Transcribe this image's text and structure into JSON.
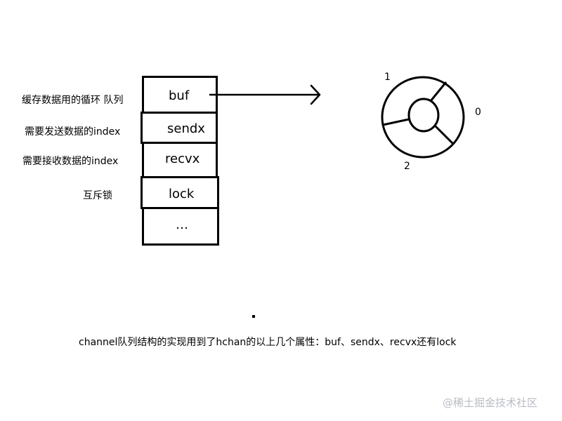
{
  "labels": {
    "buf": "缓存数据用的循环 队列",
    "sendx": "需要发送数据的index",
    "recvx": "需要接收数据的index",
    "lock": "互斥锁"
  },
  "cells": {
    "buf": "buf",
    "sendx": "sendx",
    "recvx": "recvx",
    "lock": "lock",
    "more": "…"
  },
  "ring_indices": [
    "1",
    "0",
    "2"
  ],
  "caption": "channel队列结构的实现用到了hchan的以上几个属性：buf、sendx、recvx还有lock",
  "watermark": "@稀土掘金技术社区"
}
